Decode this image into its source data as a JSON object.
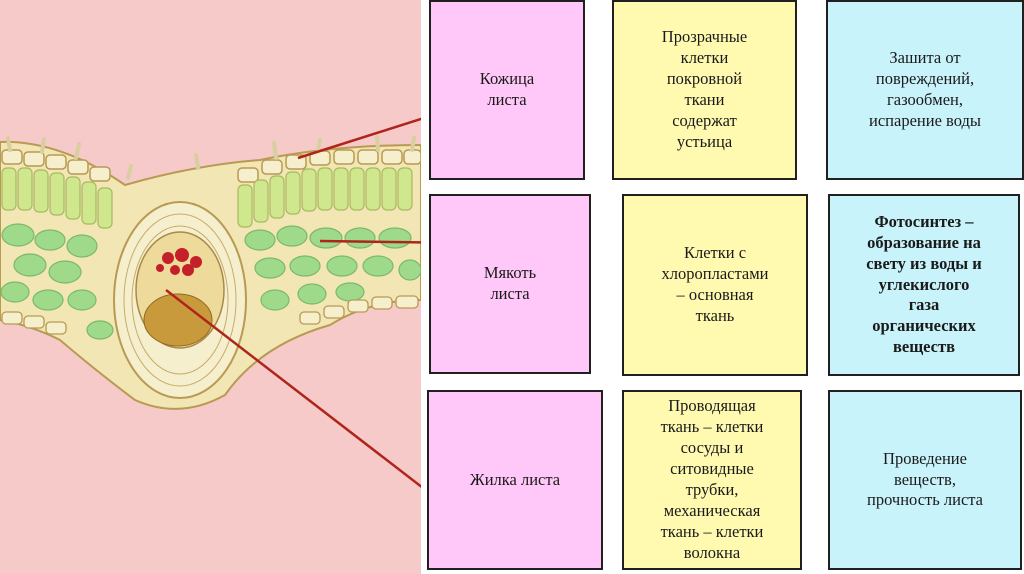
{
  "colors": {
    "panel_background": "#f7caca",
    "organ_column": "#ffc8f8",
    "structure_column": "#fffab0",
    "function_column": "#c9f3fb",
    "pointer_line": "#b0251b"
  },
  "rows": [
    {
      "part": "Кожица\nлиста",
      "structure": "Прозрачные\nклетки\nпокровной\nткани\nсодержат\nустьица",
      "function": "Зашита от\nповреждений,\nгазообмен,\nиспарение воды"
    },
    {
      "part": "Мякоть\nлиста",
      "structure": "Клетки с\nхлоропластами\n– основная\nткань",
      "function": "Фотосинтез –\nобразование на\nсвету из воды и\nуглекислого\nгаза\nорганических\nвеществ"
    },
    {
      "part": "Жилка листа",
      "structure": "Проводящая\nткань – клетки\nсосуды и\nситовидные\nтрубки,\nмеханическая\nткань – клетки\nволокна",
      "function": "Проведение\nвеществ,\nпрочность листа"
    }
  ]
}
